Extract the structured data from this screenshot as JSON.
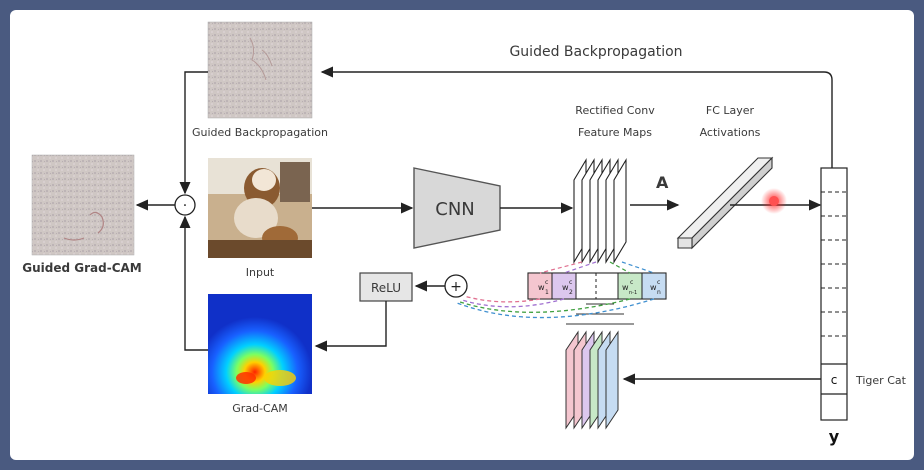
{
  "labels": {
    "guided_backprop_top": "Guided Backpropagation",
    "guided_backprop_img": "Guided Backpropagation",
    "input": "Input",
    "guided_gradcam": "Guided Grad-CAM",
    "gradcam": "Grad-CAM",
    "cnn": "CNN",
    "relu": "ReLU",
    "rect_conv_line1": "Rectified Conv",
    "rect_conv_line2": "Feature Maps",
    "fc_line1": "FC Layer",
    "fc_line2": "Activations",
    "a": "A",
    "y": "y",
    "c": "c",
    "tiger_cat": "Tiger Cat",
    "dot_op": "·",
    "plus_op": "+"
  },
  "weights": [
    "w",
    "w",
    "w",
    "w"
  ],
  "weight_super": [
    "c",
    "c",
    "c",
    "c"
  ],
  "weight_sub": [
    "1",
    "2",
    "n-1",
    "n"
  ],
  "colors": {
    "pink": "#f4c6cf",
    "purple": "#dcc7ee",
    "green": "#c7e8c7",
    "blue": "#c6dcf2",
    "cnn_fill": "#d8d8d8",
    "heat_bg": "#1a3cd8",
    "laser": "#ff3030"
  }
}
